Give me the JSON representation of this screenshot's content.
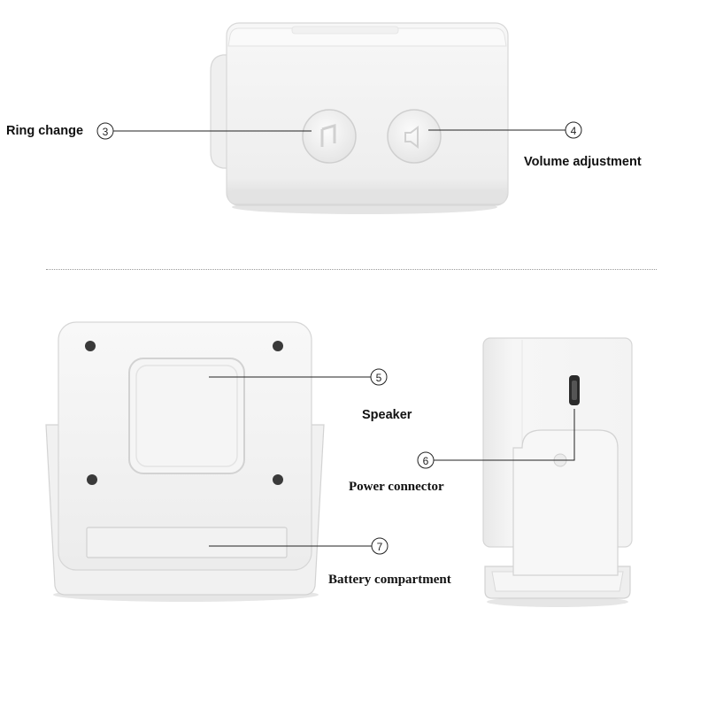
{
  "labels": {
    "ring_change": "Ring change",
    "volume_adjustment": "Volume adjustment",
    "speaker": "Speaker",
    "power_connector": "Power connector",
    "battery_compartment": "Battery compartment"
  },
  "callouts": {
    "ring_change": "3",
    "volume_adjustment": "4",
    "speaker": "5",
    "power_connector": "6",
    "battery_compartment": "7"
  }
}
